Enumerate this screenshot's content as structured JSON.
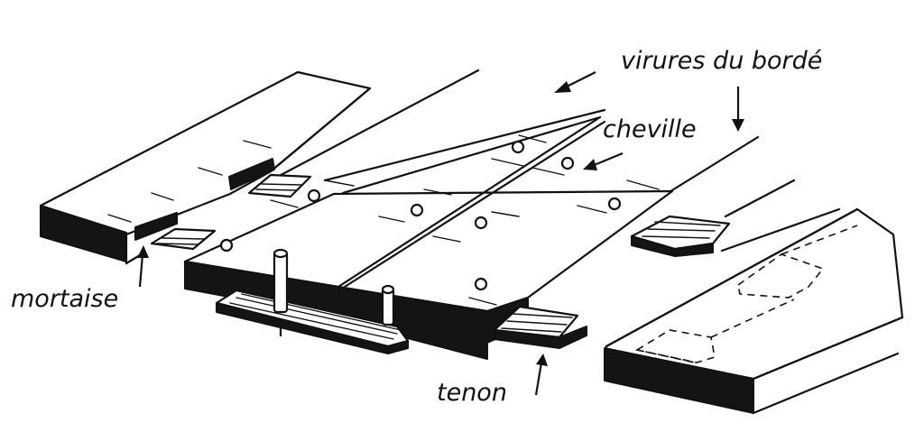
{
  "labels": {
    "planking": "virures du bordé",
    "peg": "cheville",
    "mortise": "mortaise",
    "tenon": "tenon"
  }
}
